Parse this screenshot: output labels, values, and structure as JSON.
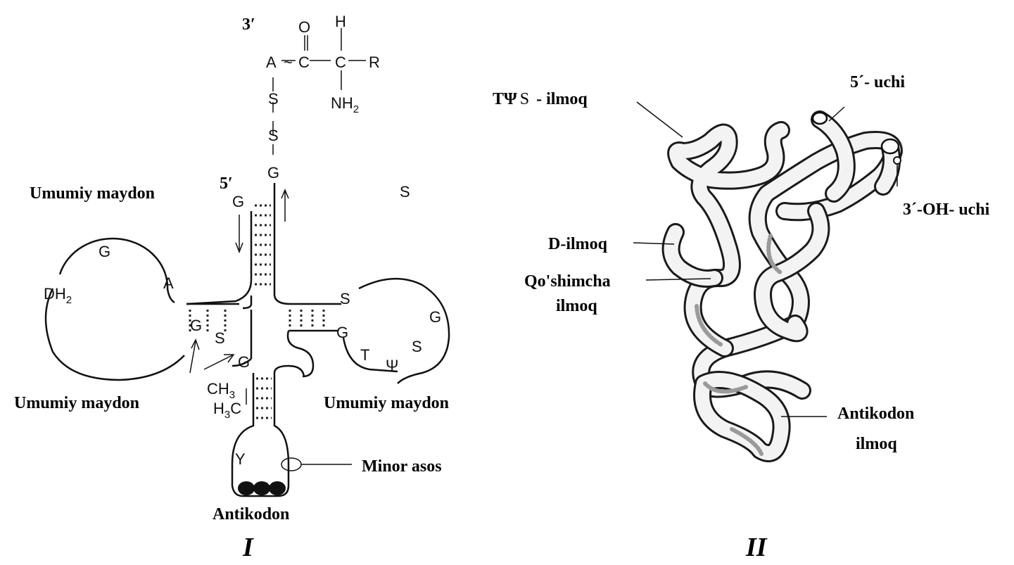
{
  "figure_I": {
    "roman": "I",
    "end_3": "3′",
    "end_5": "5′",
    "aminoacid": {
      "A": "A",
      "tilde": "~",
      "C1": "C",
      "O": "O",
      "C2": "C",
      "H": "H",
      "R": "R",
      "NH": "NH",
      "nh_sub": "2"
    },
    "acceptor_bases": [
      "S",
      "S",
      "G"
    ],
    "G_top5": "G",
    "S_right": "S",
    "d_loop": {
      "G": "G",
      "A": "A",
      "DH": "DH",
      "dh_sub": "2",
      "G_stem": "G",
      "S_stem": "S"
    },
    "anticodon_stem": {
      "G": "G",
      "CH": "CH",
      "ch_sub": "3",
      "HC_H": "H",
      "hc_sub": "3",
      "HC_C": "C",
      "Y": "Y"
    },
    "t_loop": {
      "S1": "S",
      "G1": "G",
      "G2": "G",
      "S2": "S",
      "T": "T",
      "Psi": "Ψ"
    },
    "labels": {
      "common_top": "Umumiy maydon",
      "common_left": "Umumiy maydon",
      "common_right": "Umumiy maydon",
      "minor": "Minor asos",
      "anticodon": "Antikodon"
    }
  },
  "figure_II": {
    "roman": "II",
    "labels": {
      "tpsi_prefix": "TΨ",
      "tpsi_s": "S",
      "tpsi_suffix": "-  ilmoq",
      "five_end": "5´- uchi",
      "three_end": "3´-OH- uchi",
      "d_loop": "D-ilmoq",
      "extra_line1": "Qo'shimcha",
      "extra_line2": "ilmoq",
      "anti_line1": "Antikodon",
      "anti_line2": "ilmoq"
    }
  }
}
